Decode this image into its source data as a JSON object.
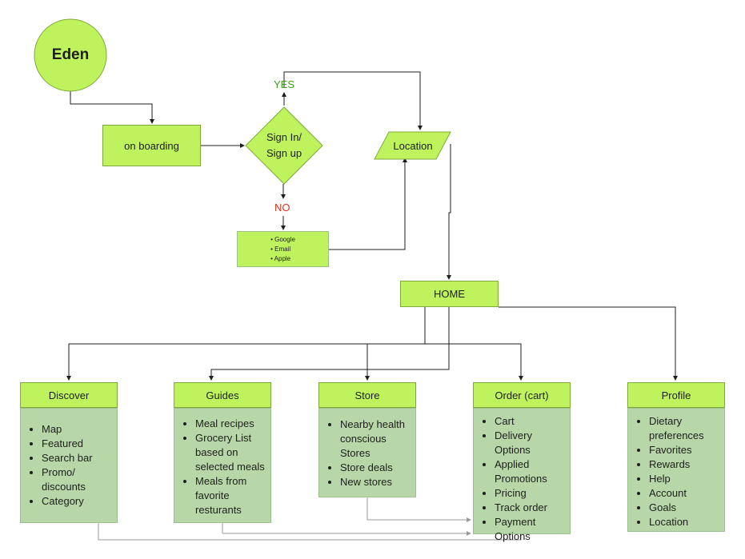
{
  "start": {
    "label": "Eden"
  },
  "onboarding": {
    "label": "on boarding"
  },
  "decision": {
    "label_line1": "Sign In/",
    "label_line2": "Sign up",
    "yes": "YES",
    "no": "NO"
  },
  "auth_options": [
    "Google",
    "Email",
    "Apple"
  ],
  "location": {
    "label": "Location"
  },
  "home": {
    "label": "HOME"
  },
  "sections": [
    {
      "title": "Discover",
      "items": [
        "Map",
        "Featured",
        "Search bar",
        "Promo/\ndiscounts",
        "Category"
      ]
    },
    {
      "title": "Guides",
      "items": [
        "Meal recipes",
        "Grocery List based on selected meals",
        "Meals from favorite resturants"
      ]
    },
    {
      "title": "Store",
      "items": [
        "Nearby health conscious Stores",
        "Store deals",
        "New stores"
      ]
    },
    {
      "title": "Order (cart)",
      "items": [
        "Cart",
        "Delivery Options",
        "Applied Promotions",
        "Pricing",
        "Track order",
        "Payment Options"
      ]
    },
    {
      "title": "Profile",
      "items": [
        "Dietary preferences",
        "Favorites",
        "Rewards",
        "Help",
        "Account",
        "Goals",
        "Location"
      ]
    }
  ],
  "colors": {
    "node_green": "#bff35e",
    "panel_green": "#b7d7a8",
    "yes": "#3aa016",
    "no": "#e0321f"
  }
}
